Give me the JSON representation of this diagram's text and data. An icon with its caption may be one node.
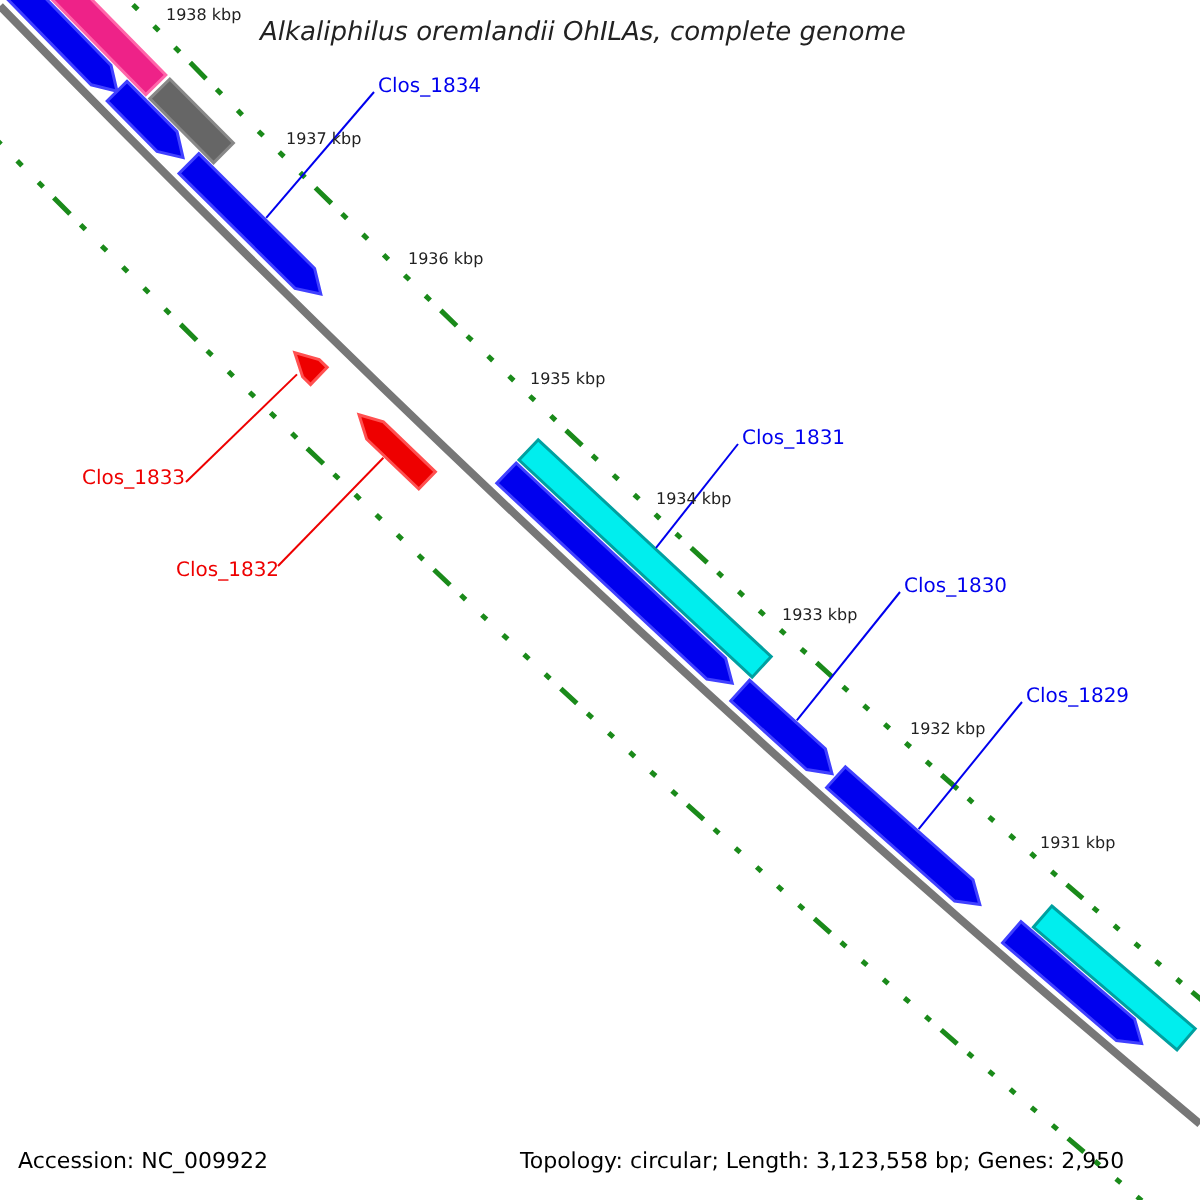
{
  "diagram": {
    "title": "Alkaliphilus oremlandii OhILAs, complete genome",
    "nodes": [
      {
        "text": [
          "Clos_1834"
        ]
      },
      {
        "text": [],
        "shape": "arrow"
      },
      {
        "text": [
          "Clos_1833"
        ]
      },
      {
        "text": [],
        "shape": "arrow"
      },
      {
        "text": [
          "Clos_1832"
        ]
      },
      {
        "text": [],
        "shape": "arrow"
      },
      {
        "text": [
          "Clos_1831"
        ]
      },
      {
        "text": [],
        "shape": "arrow"
      },
      {
        "text": [
          "Clos_1830"
        ]
      },
      {
        "text": [],
        "shape": "arrow"
      },
      {
        "text": [
          "Clos_1829"
        ]
      },
      {
        "text": [],
        "shape": "arrow"
      },
      {
        "text": [],
        "shape": "arrow"
      },
      {
        "text": [],
        "shape": "box"
      },
      {
        "text": [],
        "shape": "box"
      },
      {
        "text": [],
        "shape": "arrow"
      },
      {
        "text": [],
        "shape": "arrow"
      },
      {
        "text": [],
        "shape": "arrow"
      },
      {
        "text": [],
        "shape": "box"
      }
    ],
    "edges": [
      {
        "from": 0,
        "to": 1,
        "arrow": "none"
      },
      {
        "from": 2,
        "to": 3,
        "arrow": "none",
        "color": "#ee0000"
      },
      {
        "from": 4,
        "to": 5,
        "arrow": "none",
        "color": "#ee0000"
      },
      {
        "from": 6,
        "to": 7,
        "arrow": "none"
      },
      {
        "from": 8,
        "to": 9,
        "arrow": "none"
      },
      {
        "from": 10,
        "to": 11,
        "arrow": "none"
      }
    ],
    "labels": [
      "1938 kbp",
      "1937 kbp",
      "1936 kbp",
      "1935 kbp",
      "1934 kbp",
      "1933 kbp",
      "1932 kbp",
      "1931 kbp",
      "Accession: NC_009922",
      "Topology: circular; Length: 3,123,558 bp; Genes: 2,950"
    ]
  }
}
